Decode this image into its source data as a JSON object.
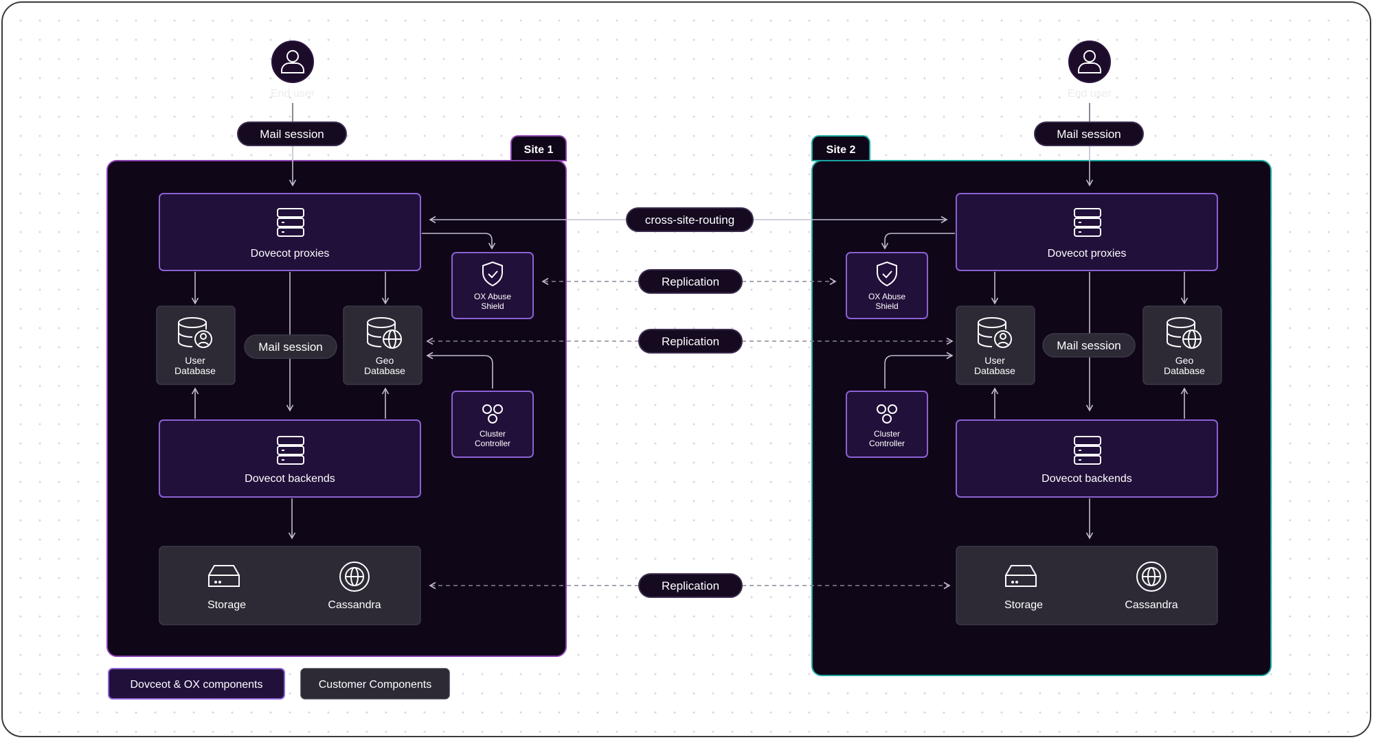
{
  "end_user_label": "End user",
  "mail_session_label": "Mail session",
  "cross_site_routing_label": "cross-site-routing",
  "replication_label": "Replication",
  "sites": [
    {
      "name": "Site 1"
    },
    {
      "name": "Site 2"
    }
  ],
  "components": {
    "dovecot_proxies": "Dovecot proxies",
    "dovecot_backends": "Dovecot backends",
    "ox_abuse_shield": [
      "OX Abuse",
      "Shield"
    ],
    "cluster_controller": [
      "Cluster",
      "Controller"
    ],
    "user_database": [
      "User",
      "Database"
    ],
    "geo_database": [
      "Geo",
      "Database"
    ],
    "storage": "Storage",
    "cassandra": "Cassandra"
  },
  "legend": {
    "dovecot_ox": "Dovceot & OX components",
    "customer": "Customer Components"
  },
  "colors": {
    "site_bg": "#0f0618",
    "site1_border": "#8c3fae",
    "site2_border": "#1aa6a0",
    "component_bg": "#21103a",
    "component_border": "#8c62d4",
    "customer_bg": "#2d2a36",
    "arrow": "#c2bdd0",
    "accent_text": "#f2edfb"
  }
}
